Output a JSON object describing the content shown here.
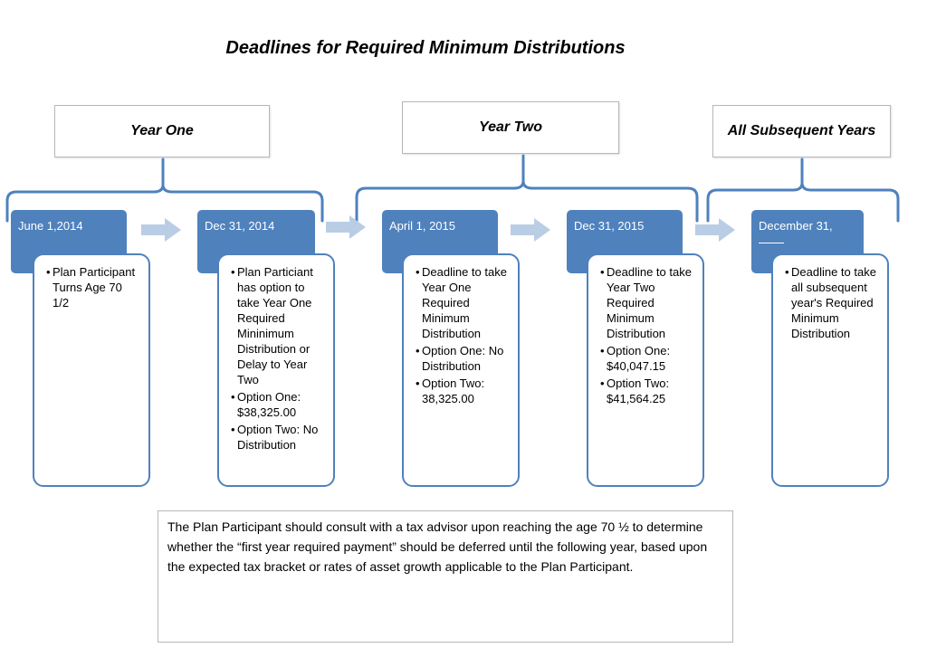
{
  "title": "Deadlines for Required Minimum Distributions",
  "years": [
    {
      "label": "Year One"
    },
    {
      "label": "Year Two"
    },
    {
      "label": "All Subsequent Years"
    }
  ],
  "steps": [
    {
      "date": "June  1,2014",
      "bullets": [
        "Plan Participant Turns Age 70 1/2"
      ]
    },
    {
      "date": "Dec 31, 2014",
      "bullets": [
        "Plan Particiant has option to take Year One Required Mininimum Distribution or Delay to Year Two",
        " Option One: $38,325.00",
        "Option Two: No Distribution"
      ]
    },
    {
      "date": "April 1, 2015",
      "bullets": [
        "Deadline to take Year One Required Minimum Distribution",
        "Option One: No Distribution",
        "Option Two: 38,325.00"
      ]
    },
    {
      "date": "Dec 31, 2015",
      "bullets": [
        "Deadline to take Year Two Required Minimum Distribution",
        "Option One: $40,047.15",
        "Option Two: $41,564.25"
      ]
    },
    {
      "date": "December 31,",
      "bullets": [
        "Deadline to take all subsequent year's Required Minimum Distribution"
      ]
    }
  ],
  "note": "The Plan Participant should consult with a tax advisor  upon reaching the age 70 ½ to determine whether the “first year required payment” should be deferred until the following year, based upon the expected tax bracket or rates of asset growth applicable to the Plan Participant.",
  "colors": {
    "accent": "#4f81bd",
    "arrow": "#b9cde5"
  }
}
